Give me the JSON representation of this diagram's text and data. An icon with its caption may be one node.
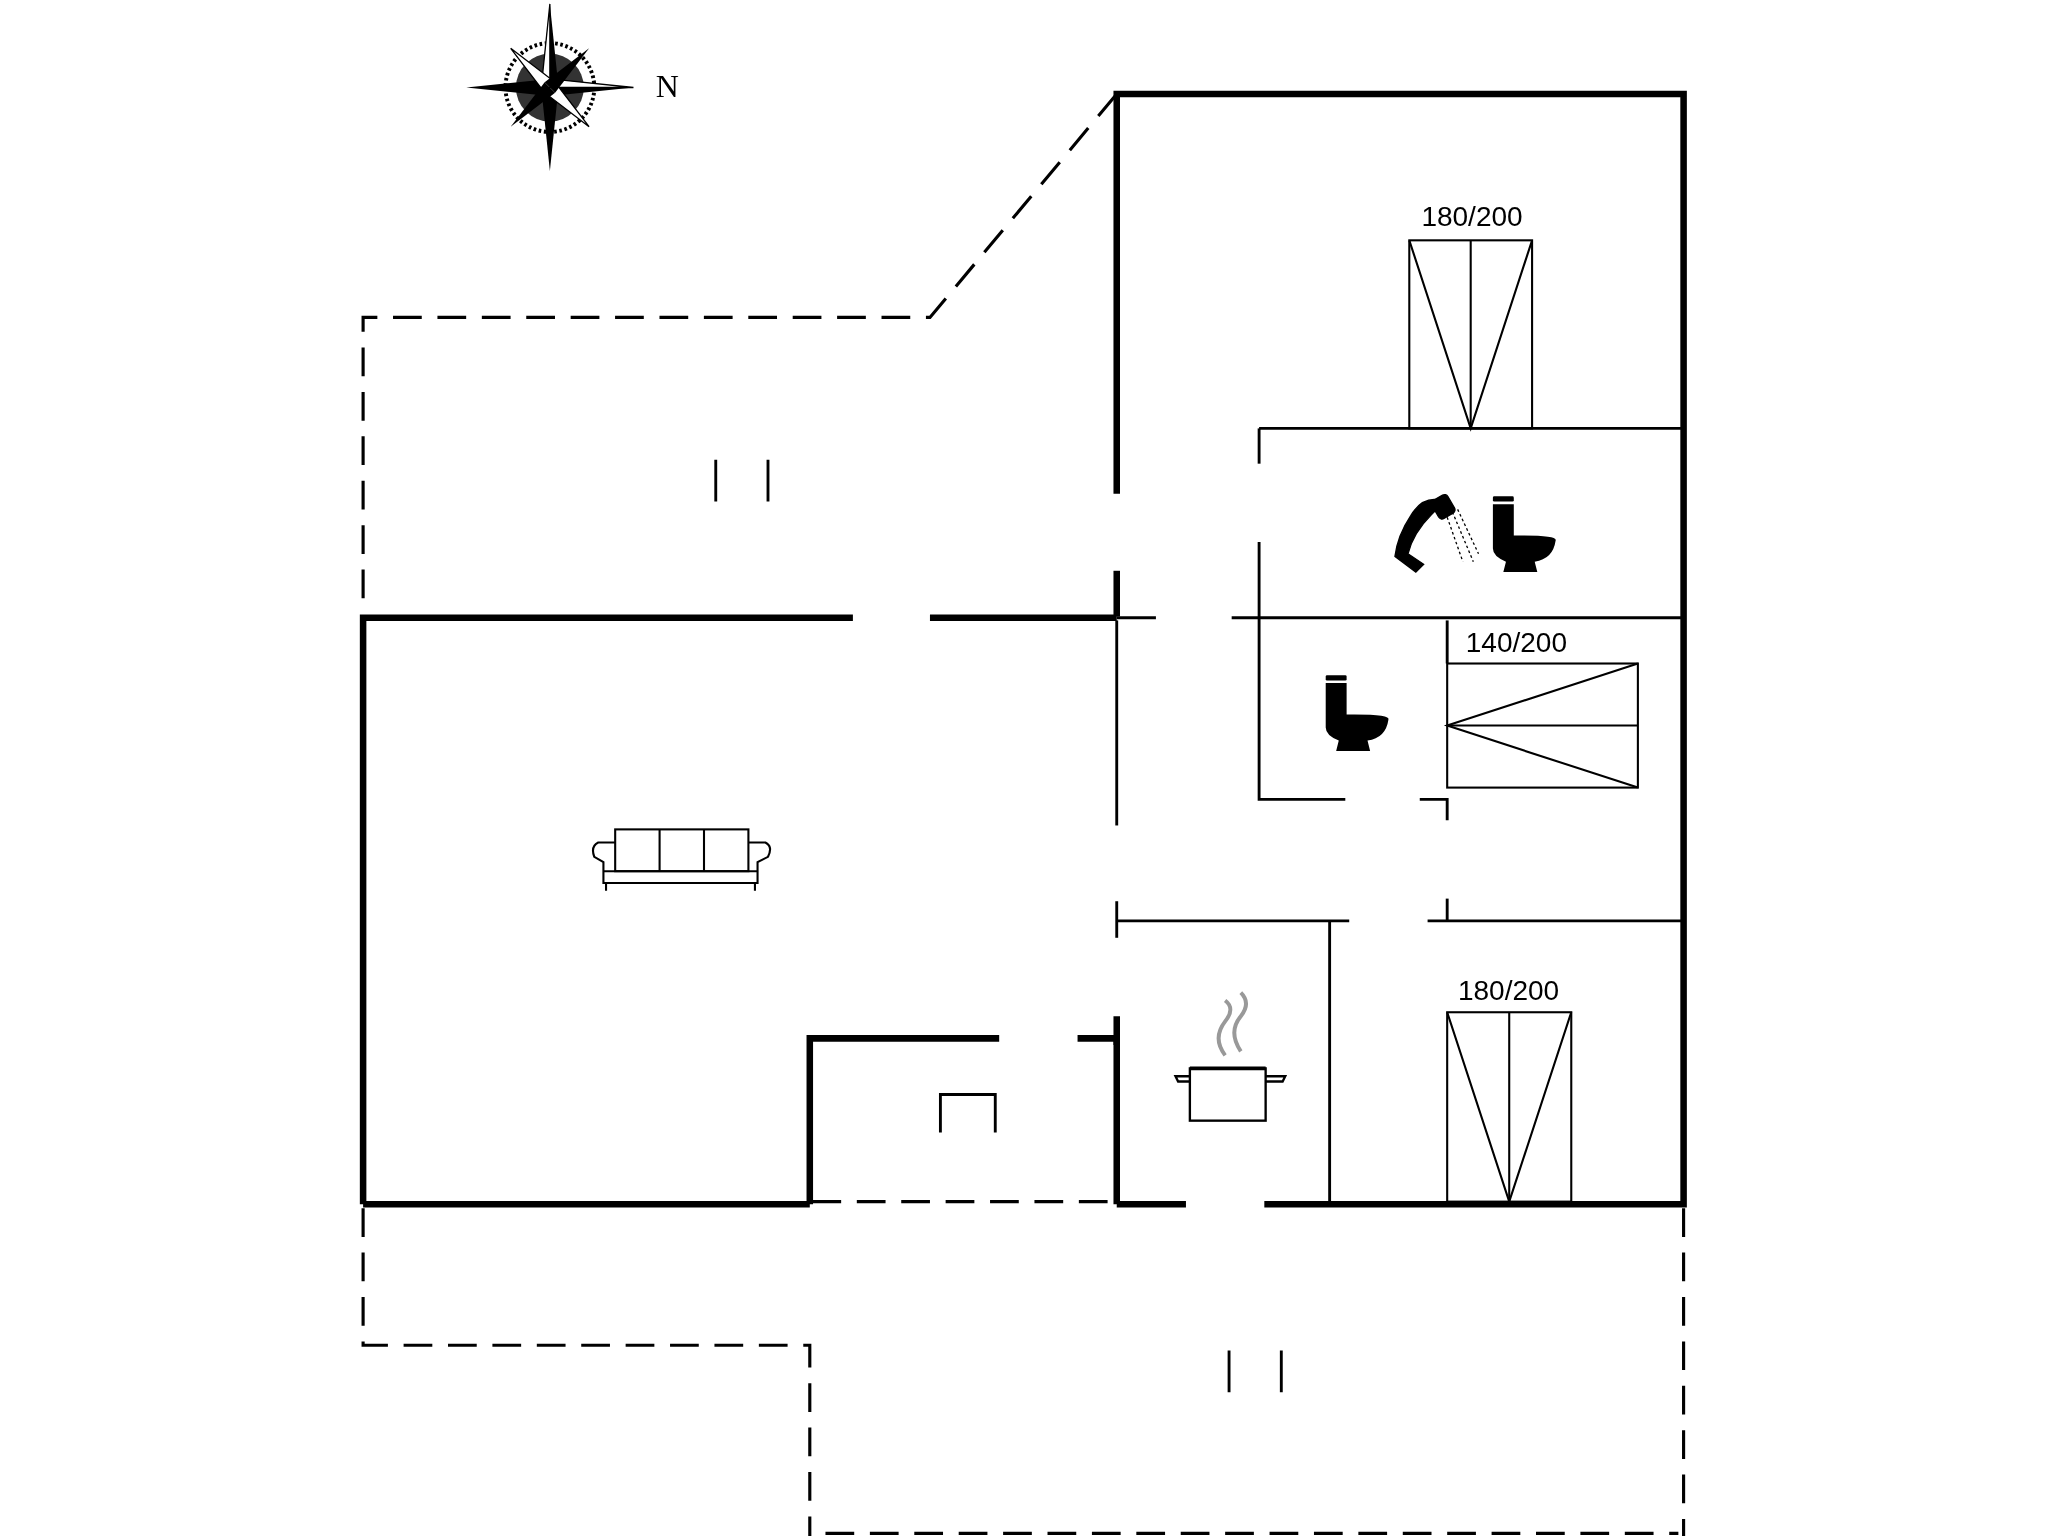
{
  "diagram": {
    "labels": [
      "N",
      "180/200",
      "140/200",
      "180/200"
    ]
  }
}
